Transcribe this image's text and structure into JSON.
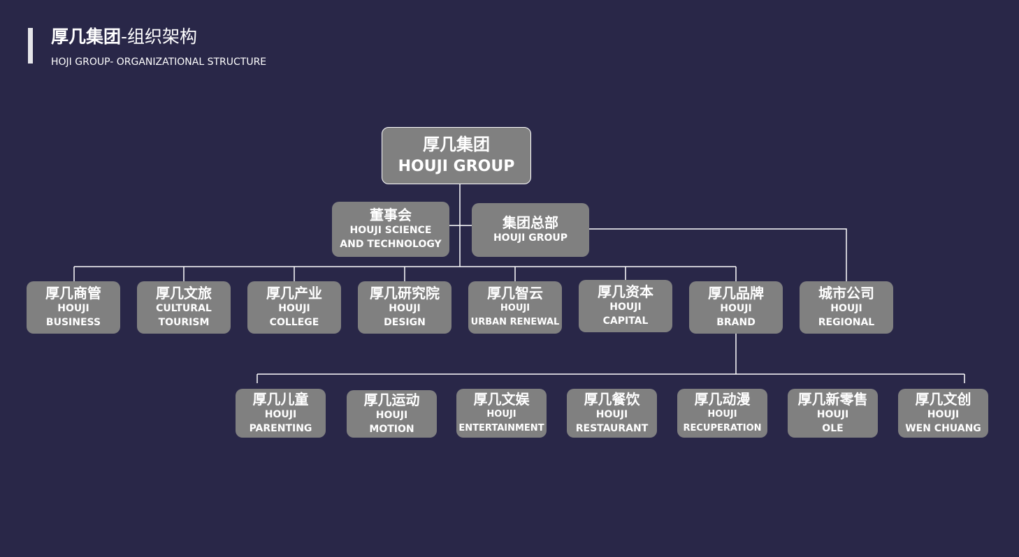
{
  "header": {
    "title_main": "厚几集团",
    "title_sub": "-组织架构",
    "subtitle": "HOJI GROUP- ORGANIZATIONAL STRUCTURE"
  },
  "chart": {
    "root": {
      "zh": "厚几集团",
      "en": "HOUJI GROUP"
    },
    "board": {
      "zh": "董事会",
      "en": "HOUJI SCIENCE",
      "en2": "AND TECHNOLOGY"
    },
    "hq": {
      "zh": "集团总部",
      "en": "HOUJI GROUP"
    },
    "divisions": [
      {
        "zh": "厚几商管",
        "en": "HOUJI",
        "en2": "BUSINESS"
      },
      {
        "zh": "厚几文旅",
        "en": "CULTURAL",
        "en2": "TOURISM"
      },
      {
        "zh": "厚几产业",
        "en": "HOUJI",
        "en2": "COLLEGE"
      },
      {
        "zh": "厚几研究院",
        "en": "HOUJI",
        "en2": "DESIGN"
      },
      {
        "zh": "厚几智云",
        "en": "HOUJI",
        "en2": "URBAN RENEWAL"
      },
      {
        "zh": "厚几资本",
        "en": "HOUJI",
        "en2": "CAPITAL"
      },
      {
        "zh": "厚几品牌",
        "en": "HOUJI",
        "en2": "BRAND"
      },
      {
        "zh": "城市公司",
        "en": "HOUJI",
        "en2": "REGIONAL"
      }
    ],
    "brands": [
      {
        "zh": "厚几儿童",
        "en": "HOUJI",
        "en2": "PARENTING"
      },
      {
        "zh": "厚几运动",
        "en": "HOUJI",
        "en2": "MOTION"
      },
      {
        "zh": "厚几文娱",
        "en": "HOUJI",
        "en2": "ENTERTAINMENT"
      },
      {
        "zh": "厚几餐饮",
        "en": "HOUJI",
        "en2": "RESTAURANT"
      },
      {
        "zh": "厚几动漫",
        "en": "HOUJI",
        "en2": "RECUPERATION"
      },
      {
        "zh": "厚几新零售",
        "en": "HOUJI",
        "en2": "OLE"
      },
      {
        "zh": "厚几文创",
        "en": "HOUJI",
        "en2": "WEN CHUANG"
      }
    ]
  },
  "colors": {
    "background": "#292748",
    "node": "#808080",
    "line": "#ffffff",
    "accent": "#e6e6ea"
  }
}
